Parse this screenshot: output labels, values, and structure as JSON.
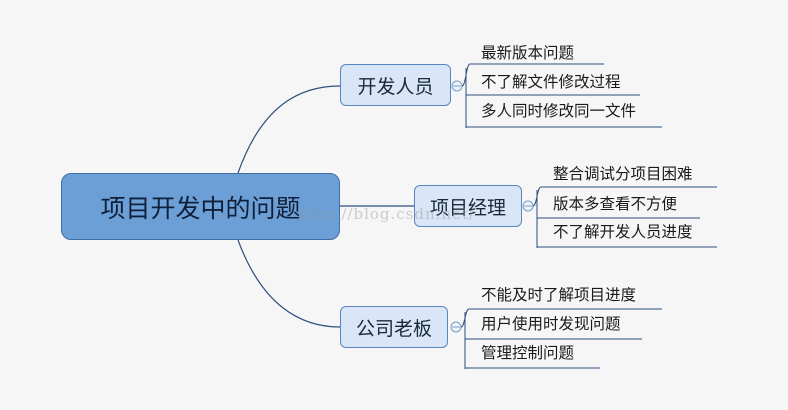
{
  "root": {
    "label": "项目开发中的问题"
  },
  "branches": [
    {
      "label": "开发人员",
      "leaves": [
        "最新版本问题",
        "不了解文件修改过程",
        "多人同时修改同一文件"
      ]
    },
    {
      "label": "项目经理",
      "leaves": [
        "整合调试分项目困难",
        "版本多查看不方便",
        "不了解开发人员进度"
      ]
    },
    {
      "label": "公司老板",
      "leaves": [
        "不能及时了解项目进度",
        "用户使用时发现问题",
        "管理控制问题"
      ]
    }
  ],
  "watermark": "http://blog.csdn.net/",
  "colors": {
    "root_fill": "#6b9fd6",
    "branch_fill": "#d8e6f8",
    "line": "#2f4f7f"
  }
}
